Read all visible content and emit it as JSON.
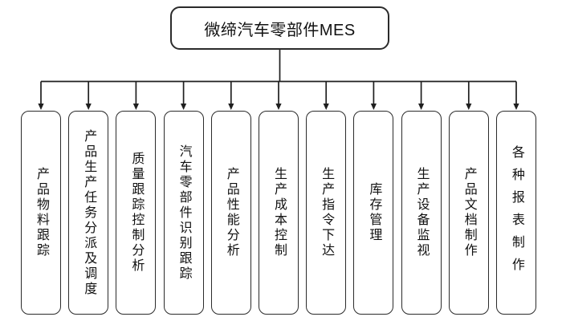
{
  "diagram": {
    "type": "org-chart",
    "root": {
      "label": "微缔汽车零部件MES"
    },
    "children": [
      {
        "label": "产品物料跟踪"
      },
      {
        "label": "产品生产任务分派及调度"
      },
      {
        "label": "质量跟踪控制分析"
      },
      {
        "label": "汽车零部件识别跟踪"
      },
      {
        "label": "产品性能分析"
      },
      {
        "label": "生产成本控制"
      },
      {
        "label": "生产指令下达"
      },
      {
        "label": "库存管理"
      },
      {
        "label": "生产设备监视"
      },
      {
        "label": "产品文档制作"
      },
      {
        "label": "各种报表制作",
        "spread": true
      }
    ],
    "colors": {
      "line": "#1f1f1f",
      "border": "#2b2b2b",
      "text": "#111111",
      "background": "#ffffff"
    }
  }
}
